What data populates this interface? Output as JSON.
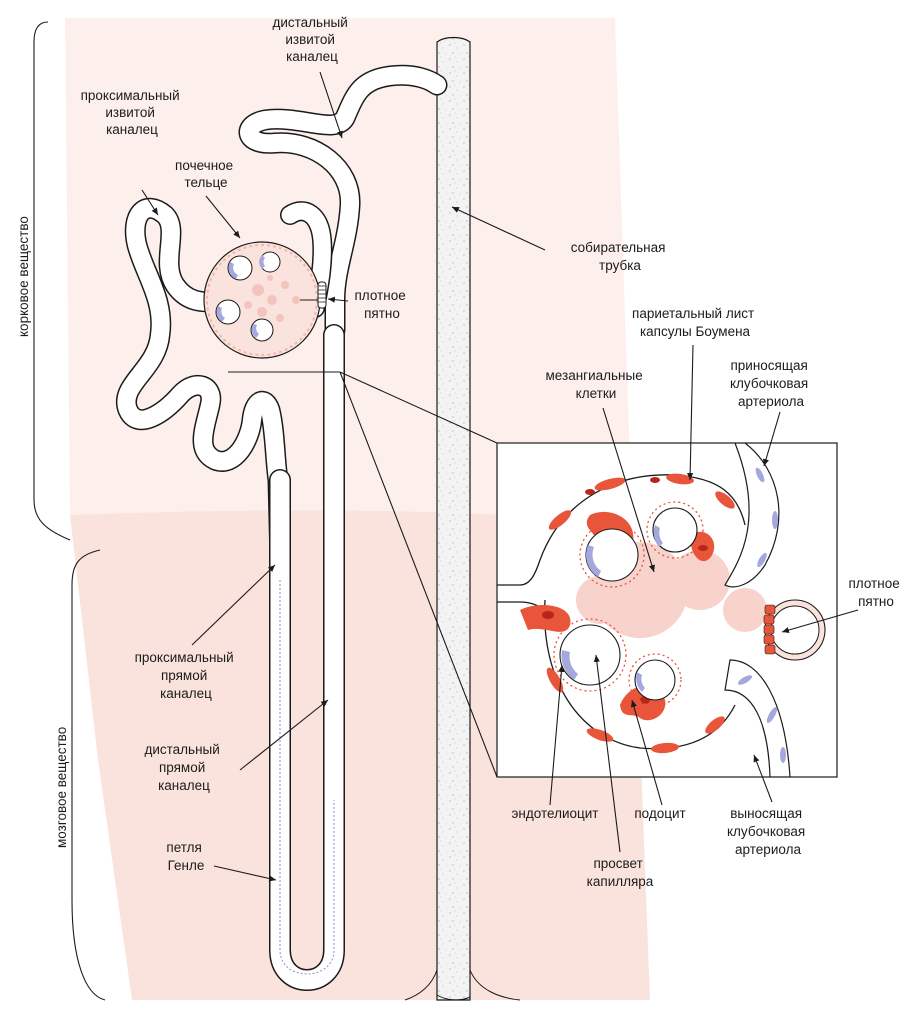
{
  "regions": {
    "cortex": "корковое вещество",
    "medulla": "мозговое вещество"
  },
  "labels": {
    "distal_convoluted": [
      "дистальный",
      "извитой",
      "каналец"
    ],
    "proximal_convoluted": [
      "проксимальный",
      "извитой",
      "каналец"
    ],
    "renal_corpuscle": [
      "почечное",
      "тельце"
    ],
    "collecting_duct": [
      "собирательная",
      "трубка"
    ],
    "macula_densa_top": [
      "плотное",
      "пятно"
    ],
    "parietal_layer": [
      "париетальный лист",
      "капсулы Боумена"
    ],
    "mesangial_cells": [
      "мезангиальные",
      "клетки"
    ],
    "afferent_arteriole": [
      "приносящая",
      "клубочковая",
      "артериола"
    ],
    "macula_densa_zoom": [
      "плотное",
      "пятно"
    ],
    "proximal_straight": [
      "проксимальный",
      "прямой",
      "каналец"
    ],
    "distal_straight": [
      "дистальный",
      "прямой",
      "каналец"
    ],
    "loop_of_henle": [
      "петля",
      "Генле"
    ],
    "endotheliocyte": [
      "эндотелиоцит"
    ],
    "podocyte": [
      "подоцит"
    ],
    "capillary_lumen": [
      "просвет",
      "капилляра"
    ],
    "efferent_arteriole": [
      "выносящая",
      "клубочковая",
      "артериола"
    ]
  },
  "colors": {
    "cortex_bg": "#fdf0ec",
    "medulla_bg": "#fbe3dd",
    "podocyte_red": "#e8553a",
    "endothelium_blue": "#a4a8dc",
    "mesangium_pink": "#f6c9c2",
    "outline": "#1b1b1b"
  }
}
